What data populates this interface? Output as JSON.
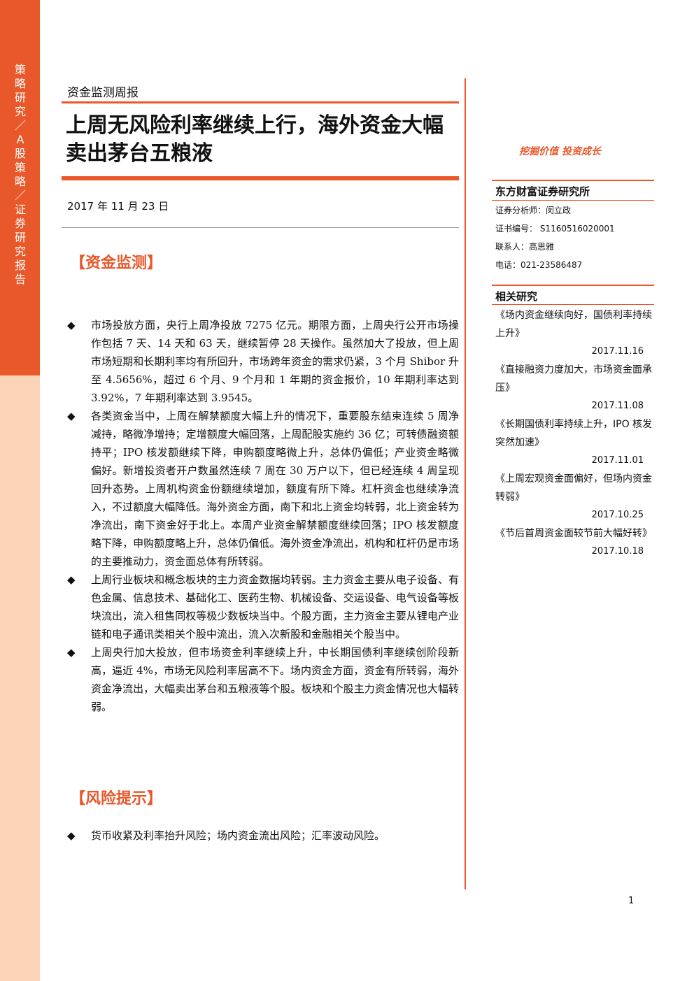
{
  "sidebar": {
    "text": "策略研究／A股策略／证券研究报告"
  },
  "header": {
    "report_type": "资金监测周报",
    "title": "上周无风险利率继续上行，海外资金大幅卖出茅台五粮液",
    "date": "2017 年 11 月 23 日"
  },
  "section_fund": {
    "heading": "【资金监测】",
    "bullets": [
      "市场投放方面，央行上周净投放 7275 亿元。期限方面，上周央行公开市场操作包括 7 天、14 天和 63 天，继续暂停 28 天操作。虽然加大了投放，但上周市场短期和长期利率均有所回升，市场跨年资金的需求仍紧，3 个月 Shibor 升至 4.5656%，超过 6 个月、9 个月和 1 年期的资金报价，10 年期利率达到 3.92%，7 年期利率达到 3.9545。",
      "各类资金当中，上周在解禁额度大幅上升的情况下，重要股东结束连续 5 周净减持，略微净增持；定增额度大幅回落，上周配股实施约 36 亿；可转债融资额持平；IPO 核发额继续下降，申购额度略微上升，总体仍偏低；产业资金略微偏好。新增投资者开户数虽然连续 7 周在 30 万户以下，但已经连续 4 周呈现回升态势。上周机构资金份额继续增加，额度有所下降。杠杆资金也继续净流入，不过额度大幅降低。海外资金方面，南下和北上资金均转弱，北上资金转为净流出，南下资金好于北上。本周产业资金解禁额度继续回落；IPO 核发额度略下降，申购额度略上升，总体仍偏低。海外资金净流出，机构和杠杆仍是市场的主要推动力，资金面总体有所转弱。",
      "上周行业板块和概念板块的主力资金数据均转弱。主力资金主要从电子设备、有色金属、信息技术、基础化工、医药生物、机械设备、交运设备、电气设备等板块流出，流入租售同权等极少数板块当中。个股方面，主力资金主要从锂电产业链和电子通讯类相关个股中流出，流入次新股和金融相关个股当中。",
      "上周央行加大投放，但市场资金利率继续上升，中长期国债利率继续创阶段新高，逼近 4%，市场无风险利率居高不下。场内资金方面，资金有所转弱，海外资金净流出，大幅卖出茅台和五粮液等个股。板块和个股主力资金情况也大幅转弱。"
    ]
  },
  "section_risk": {
    "heading": "【风险提示】",
    "text": "货币收紧及利率抬升风险；场内资金流出风险；汇率波动风险。"
  },
  "side": {
    "slogan": "挖掘价值 投资成长",
    "institute": "东方财富证券研究所",
    "analyst": "证券分析师：闵立政",
    "cert": "证书编号：  S1160516020001",
    "contact": "联系人：高思雅",
    "phone": "电话：021-23586487",
    "related_heading": "相关研究",
    "related": [
      {
        "title": "《场内资金继续向好，国债利率持续上升》",
        "date": "2017.11.16"
      },
      {
        "title": "《直接融资力度加大，市场资金面承压》",
        "date": "2017.11.08"
      },
      {
        "title": "《长期国债利率持续上升，IPO 核发突然加速》",
        "date": "2017.11.01"
      },
      {
        "title": "《上周宏观资金面偏好，但场内资金转弱》",
        "date": "2017.10.25"
      },
      {
        "title": "《节后首周资金面较节前大幅好转》",
        "date": "2017.10.18"
      }
    ]
  },
  "footer": {
    "page_number": "1"
  }
}
